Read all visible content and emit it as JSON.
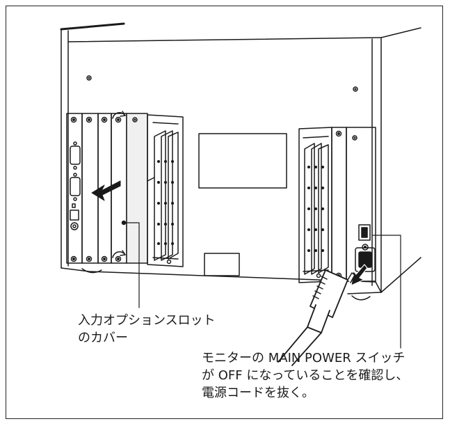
{
  "callouts": {
    "option_slot_cover": {
      "line1": "入力オプションスロット",
      "line2": "のカバー"
    },
    "main_power": {
      "line1": "モニターの MAIN POWER スイッチ",
      "line2": "が OFF になっていることを確認し、",
      "line3": "電源コードを抜く。"
    }
  },
  "colors": {
    "ink": "#1a1a1a",
    "background": "#ffffff",
    "cover_shade": "#f0f0f0"
  }
}
